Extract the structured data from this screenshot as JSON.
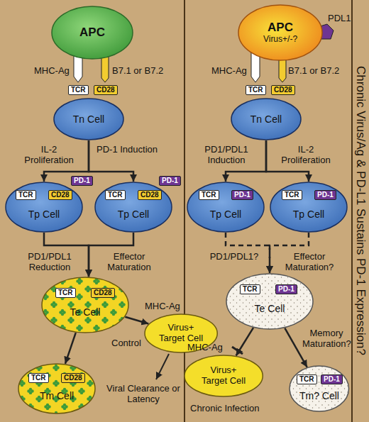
{
  "diagram": {
    "title": "Chronic Virus/Ag & PD-L1 Sustains PD-1 Expression?",
    "nodes": [
      {
        "text": [
          "APC"
        ]
      },
      {
        "text": [
          "APC",
          "Virus+/-?"
        ]
      },
      {
        "text": [
          "Tn Cell"
        ]
      },
      {
        "text": [
          "Tn Cell"
        ]
      },
      {
        "text": [
          "Tp Cell"
        ]
      },
      {
        "text": [
          "Tp Cell"
        ]
      },
      {
        "text": [
          "Tp Cell"
        ]
      },
      {
        "text": [
          "Tp Cell"
        ]
      },
      {
        "text": [
          "Te Cell"
        ]
      },
      {
        "text": [
          "Te Cell"
        ]
      },
      {
        "text": [
          "Virus+ Target Cell"
        ]
      },
      {
        "text": [
          "Virus+ Target Cell"
        ]
      },
      {
        "text": [
          "Tm Cell"
        ]
      },
      {
        "text": [
          "Tm? Cell"
        ]
      }
    ],
    "edges": [
      {
        "from": 2,
        "to": 4,
        "arrow": "to"
      },
      {
        "from": 2,
        "to": 5,
        "arrow": "to"
      },
      {
        "from": 4,
        "to": 8,
        "arrow": "to"
      },
      {
        "from": 5,
        "to": 8,
        "arrow": "to"
      },
      {
        "from": 8,
        "to": 10,
        "label": "Control",
        "arrow": "to"
      },
      {
        "from": 8,
        "to": 12,
        "arrow": "to"
      },
      {
        "from": 3,
        "to": 6,
        "arrow": "to"
      },
      {
        "from": 3,
        "to": 7,
        "arrow": "to"
      },
      {
        "from": 6,
        "to": 9,
        "arrow": "to"
      },
      {
        "from": 7,
        "to": 9,
        "arrow": "to"
      },
      {
        "from": 9,
        "to": 11,
        "arrow": "to"
      },
      {
        "from": 9,
        "to": 13,
        "arrow": "to"
      }
    ],
    "labels": [
      "MHC-Ag",
      "B7.1 or B7.2",
      "TCR",
      "CD28",
      "PDL1",
      "MHC-Ag",
      "B7.1 or B7.2",
      "TCR",
      "CD28",
      "IL-2 Proliferation",
      "PD-1 Induction",
      "PD1/PDL1 Induction",
      "IL-2 Proliferation",
      "TCR",
      "CD28",
      "PD-1",
      "TCR",
      "CD28",
      "PD-1",
      "TCR",
      "PD-1",
      "TCR",
      "PD-1",
      "PD1/PDL1 Reduction",
      "Effector Maturation",
      "PD1/PDL1?",
      "Effector Maturation?",
      "TCR",
      "CD28",
      "TCR",
      "PD-1",
      "MHC-Ag",
      "Memory Maturation?",
      "MHC-Ag",
      "Viral Clearance or Latency",
      "TCR",
      "CD28",
      "TCR",
      "PD-1",
      "Chronic Infection"
    ]
  }
}
